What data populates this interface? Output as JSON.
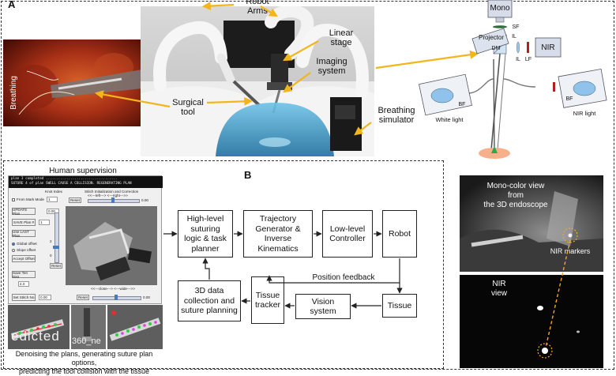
{
  "panel_letters": {
    "a": "A",
    "b": "B"
  },
  "panel_a": {
    "labels": {
      "robot_arms": "Robot\nArms",
      "linear_stage": "Linear\nstage",
      "imaging_system": "Imaging\nsystem",
      "surgical_tool": "Surgical\ntool",
      "breathing_simulator": "Breathing\nsimulator",
      "breathing_overlay": "Breathing"
    },
    "optics": {
      "mono": "Mono",
      "nir": "NIR",
      "projector": "Projector",
      "sf": "SF",
      "il_top": "IL",
      "il_bottom": "IL",
      "dm": "DM",
      "lf": "LF",
      "bf_left": "BF",
      "bf_right": "BF",
      "white_light": "White light",
      "nir_light": "NIR light"
    }
  },
  "panel_b": {
    "supervision_title": "Human supervision",
    "supervision_caption": "Denoising the plans, generating suture plan options,\npredicting the tool collision with the tissue",
    "gui": {
      "log_line1": "plan 3 completed ...................................",
      "log_line2": "SUTURE 4 of plan SWELL CAUSE A COLLISION. REGENERATING PLAN",
      "knot_index_label": "Knot Index",
      "from_mark_mode": "From Mark Mode",
      "update_plan": "UPDATE Plan",
      "save_plan": "SAVE Plan #",
      "use_last_plan": "Use LAST Plan",
      "global_offset": "Global offset",
      "slope_offset": "Slope offset",
      "accept_offset": "Accept Offset",
      "save_ten_dist": "Save Ten Dist",
      "set_stitch_no": "Set Stitch No",
      "reset": "Reset",
      "stitch_init": "Stitch Initialization and Correction",
      "field_one": "1",
      "field_zero": "0.00",
      "field_four": "4.0",
      "scale_two": "2",
      "scale_zero": "0",
      "slider_top": "<<---left---> <---right--->>",
      "slider_bottom": "<<---close---> <---wide--->>",
      "slider_top_val": "0.00",
      "slider_bottom_val": "0.00"
    },
    "thumb_text_1": "edicted",
    "thumb_text_2": "360_ne",
    "flow": {
      "high_level": "High-level\nsuturing\nlogic & task\nplanner",
      "trajectory": "Trajectory\nGenerator &\nInverse\nKinematics",
      "low_level": "Low-level\nController",
      "robot": "Robot",
      "tissue": "Tissue",
      "vision": "Vision\nsystem",
      "tissue_tracker": "Tissue\ntracker",
      "data_collection": "3D data\ncollection and\nsuture planning",
      "position_feedback": "Position feedback"
    }
  },
  "panel_c": {
    "mono_caption": "Mono-color view\nfrom\nthe 3D endoscope",
    "nir_markers": "NIR markers",
    "nir_view": "NIR\nview"
  },
  "colors": {
    "arrow": "#f2b51c",
    "nir_accent": "#f5a623",
    "cyan": "#1f8fbf"
  }
}
